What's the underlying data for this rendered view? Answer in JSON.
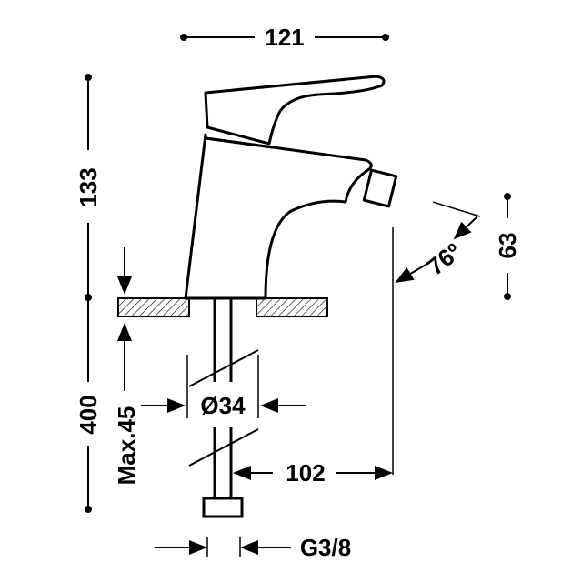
{
  "dimensions": {
    "width_top": "121",
    "height_body": "133",
    "height_below": "400",
    "max_thickness": "Max.45",
    "hole_diameter": "Ø34",
    "reach": "102",
    "thread": "G3/8",
    "spout_angle": "76º",
    "spout_height": "63"
  },
  "colors": {
    "line": "#000000",
    "background": "#ffffff"
  }
}
